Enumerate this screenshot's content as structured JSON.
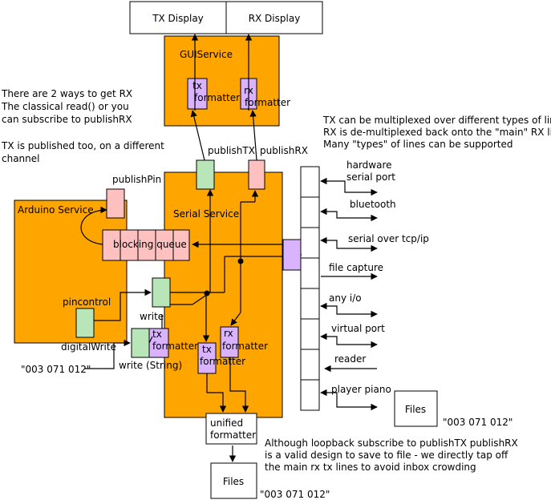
{
  "boxes": {
    "tx_display": "TX Display",
    "rx_display": "RX Display",
    "files_right": "Files",
    "files_bottom": "Files",
    "unified_formatter": [
      "unified",
      "formatter"
    ]
  },
  "services": {
    "gui": "GUIService",
    "serial": "Serial Service",
    "arduino": "Arduino Service"
  },
  "formatters": {
    "gui_tx": [
      "tx",
      "formatter"
    ],
    "gui_rx": [
      "rx",
      "formatter"
    ],
    "serial_tx_write": [
      "tx",
      "formatter"
    ],
    "serial_tx": [
      "tx",
      "formatter"
    ],
    "serial_rx": [
      "rx",
      "formatter"
    ]
  },
  "labels": {
    "publish_tx": "publishTX",
    "publish_rx": "publishRX",
    "publish_pin": "publishPin",
    "blocking_queue": "blocking queue",
    "pincontrol": "pincontrol",
    "digital_write": "digitalWrite",
    "write": "write",
    "write_string": "write (String)",
    "data_string_left": "\"003 071 012\"",
    "data_string_files_right": "\"003 071 012\"",
    "data_string_files_bottom": "\"003 071 012\""
  },
  "lines": [
    "hardware serial port",
    "bluetooth",
    "serial over tcp/ip",
    "file capture",
    "any i/o",
    "virtual port",
    "reader",
    "player piano"
  ],
  "line_label_rows": [
    [
      "hardware",
      "serial port"
    ],
    [
      "bluetooth"
    ],
    [
      "serial over tcp/ip"
    ],
    [
      "file capture"
    ],
    [
      "any i/o"
    ],
    [
      "virtual port"
    ],
    [
      "reader"
    ],
    [
      "player piano"
    ]
  ],
  "notes": {
    "rx_ways": [
      "There are 2 ways to get RX",
      "The classical read() or you",
      "can subscribe to publishRX"
    ],
    "tx_published": [
      "TX is published too, on a different",
      "channel"
    ],
    "multiplex": [
      "TX can be multiplexed over different types of lines",
      "RX is de-multiplexed back onto the \"main\" RX line",
      "Many \"types\" of lines can be supported"
    ],
    "loopback": [
      "Although loopback subscribe to publishTX publishRX",
      "is a valid design to save to file - we directly tap off",
      "the main rx tx lines to avoid inbox crowding"
    ]
  },
  "colors": {
    "service": "#FFA500",
    "formatter": "#D9B3FF",
    "publish_tx_port": "#B8E6B8",
    "publish_rx_port": "#FFC0C0",
    "publish_pin_port": "#FFC0C0",
    "queue": "#FFC0C0",
    "write_port": "#B8E6B8",
    "mux_port": "#D9B3FF"
  }
}
